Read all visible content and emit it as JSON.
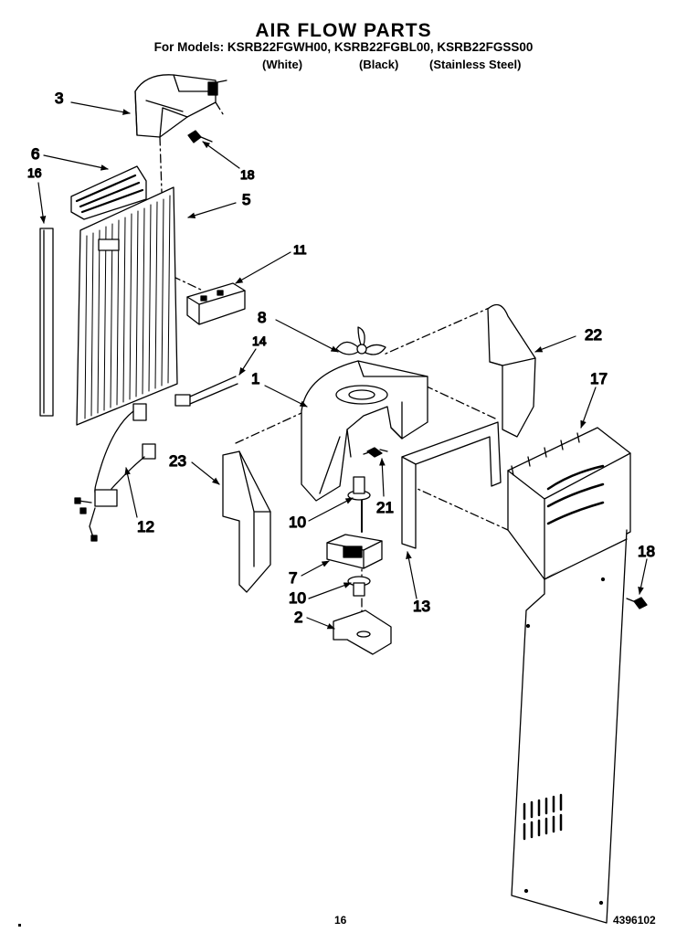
{
  "header": {
    "title": "AIR FLOW PARTS",
    "models_line": "For Models: KSRB22FGWH00, KSRB22FGBL00, KSRB22FGSS00",
    "variants": [
      "(White)",
      "(Black)",
      "(Stainless Steel)"
    ]
  },
  "callouts": [
    "3",
    "6",
    "16",
    "18",
    "5",
    "11",
    "8",
    "22",
    "14",
    "1",
    "17",
    "23",
    "21",
    "10",
    "12",
    "7",
    "10",
    "13",
    "18",
    "2"
  ],
  "footer": {
    "page_number": "16",
    "doc_number": "4396102"
  }
}
